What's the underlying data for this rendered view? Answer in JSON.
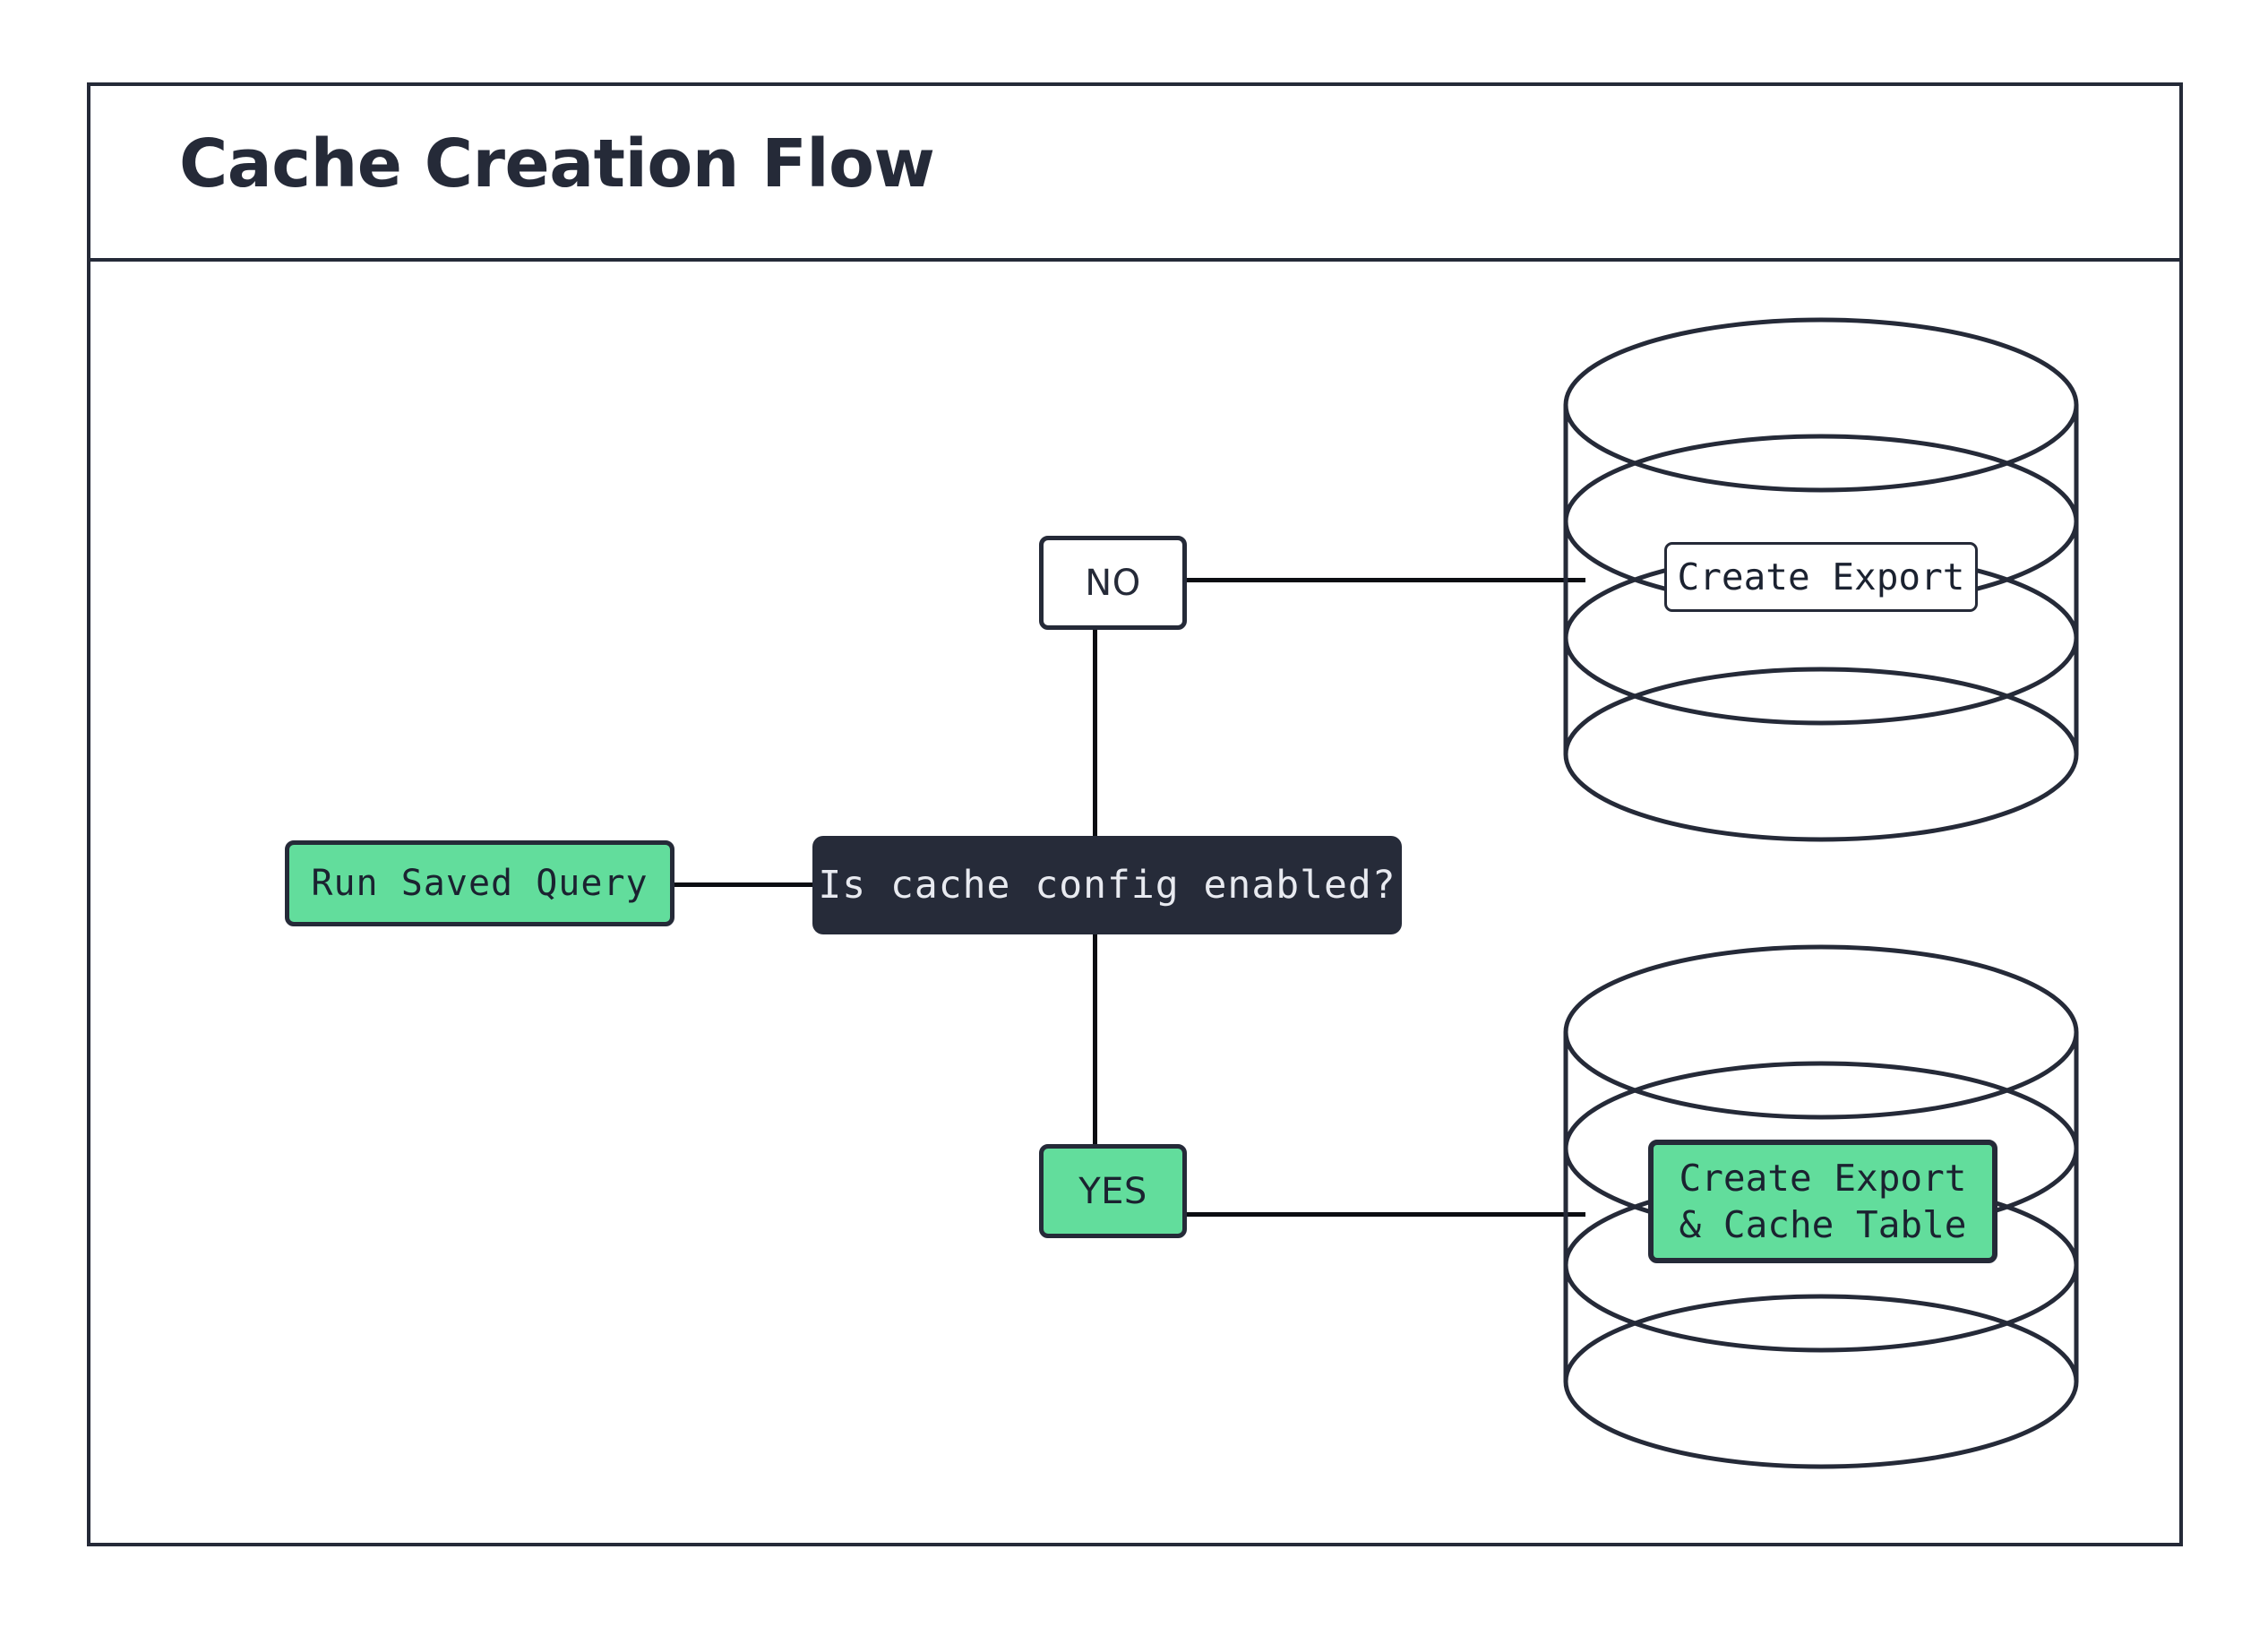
{
  "diagram": {
    "title": "Cache Creation Flow",
    "theme": {
      "ink": "#252a38",
      "accent_green": "#62dd9c",
      "dark_node_bg": "#262b39",
      "dark_node_text": "#e8eaf0",
      "background": "#ffffff"
    },
    "nodes": {
      "start": {
        "label": "Run Saved Query",
        "shape": "rounded-rect",
        "fill": "green"
      },
      "decision": {
        "label": "Is cache config enabled?",
        "shape": "rounded-rect",
        "fill": "dark"
      },
      "branch_no": {
        "label": "NO",
        "shape": "rounded-rect",
        "fill": "white"
      },
      "branch_yes": {
        "label": "YES",
        "shape": "rounded-rect",
        "fill": "green"
      },
      "db_top": {
        "shape": "database-cylinder",
        "label_line1": "Create Export",
        "label_line2": "",
        "label_fill": "white"
      },
      "db_bottom": {
        "shape": "database-cylinder",
        "label_line1": "Create Export",
        "label_line2": "& Cache Table",
        "label_fill": "green"
      }
    },
    "edges": [
      {
        "from": "start",
        "to": "decision",
        "orientation": "horizontal"
      },
      {
        "from": "decision",
        "to": "branch_no",
        "orientation": "vertical"
      },
      {
        "from": "branch_no",
        "to": "db_top",
        "orientation": "horizontal"
      },
      {
        "from": "decision",
        "to": "branch_yes",
        "orientation": "vertical"
      },
      {
        "from": "branch_yes",
        "to": "db_bottom",
        "orientation": "horizontal"
      }
    ]
  }
}
